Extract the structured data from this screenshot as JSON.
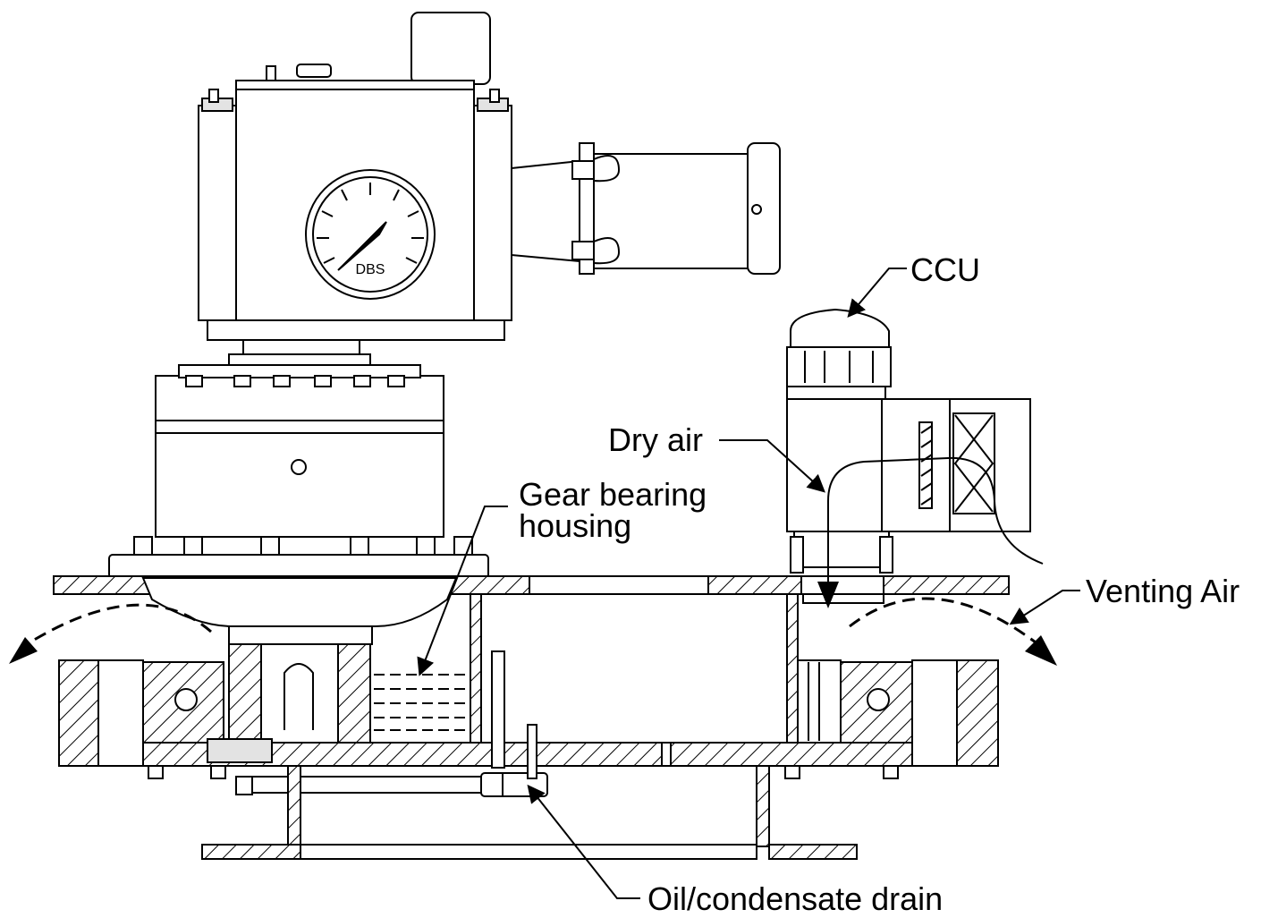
{
  "labels": {
    "ccu": "CCU",
    "dry_air": "Dry air",
    "gear_bearing_line1": "Gear bearing",
    "gear_bearing_line2": "housing",
    "venting_air": "Venting Air",
    "oil_drain": "Oil/condensate drain",
    "gauge_text": "DBS"
  }
}
